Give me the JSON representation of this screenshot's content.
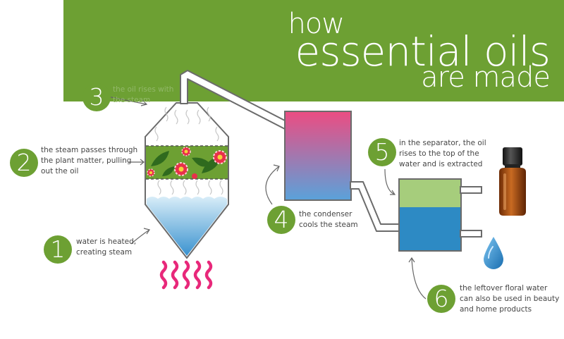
{
  "title": {
    "line1": "how",
    "line2": "essential oils",
    "line3": "are made"
  },
  "steps": [
    {
      "number": "1",
      "lines": [
        "water is heated,",
        "creating steam"
      ]
    },
    {
      "number": "2",
      "lines": [
        "the steam passes through",
        "the plant matter, pulling",
        "out the oil"
      ]
    },
    {
      "number": "3",
      "lines": [
        "the oil rises with",
        "the steam"
      ]
    },
    {
      "number": "4",
      "lines": [
        "the condenser",
        "cools the steam"
      ]
    },
    {
      "number": "5",
      "lines": [
        "in the separator, the oil",
        "rises to the top of the",
        "water and is extracted"
      ]
    },
    {
      "number": "6",
      "lines": [
        "the leftover floral water",
        "can also be used in beauty",
        "and home products"
      ]
    }
  ],
  "colors": {
    "banner_green": "#6da033",
    "badge_green": "#6da033",
    "water_blue": "#4a9ed4",
    "condenser_top": "#ec4c82",
    "condenser_bottom": "#5aa2da",
    "oil_layer": "#a6cd7c",
    "separator_water": "#2d8ac4",
    "heat_pink": "#e8287a",
    "flower_red": "#e8304a",
    "leaf_green": "#4e8a2a",
    "pipe_gray": "#6b6b6b",
    "bottle_amber": "#a44a14"
  },
  "icons": [
    "flame-heat-icon",
    "leaf-icon",
    "flower-icon",
    "oil-bottle-icon",
    "water-drop-icon",
    "arrow-icon"
  ]
}
